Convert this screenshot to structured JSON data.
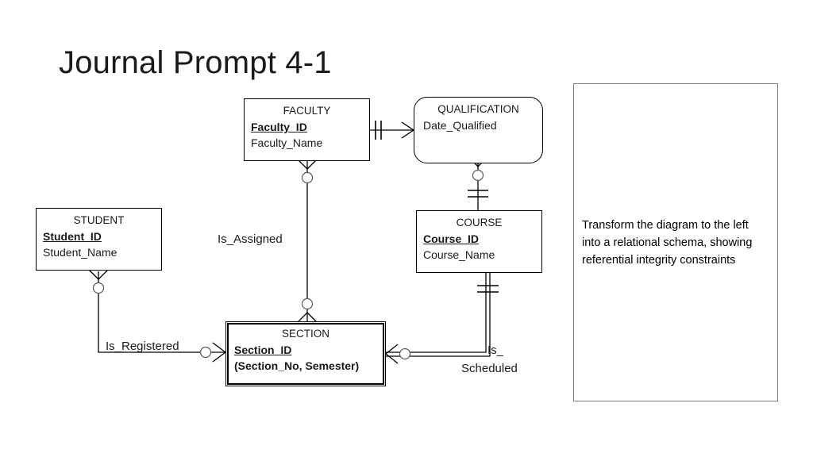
{
  "slide": {
    "title": "Journal Prompt 4-1",
    "background_color": "#ffffff",
    "line_color": "#000000",
    "text_color": "#1a1a1a",
    "panel_border_color": "#7f7f7f"
  },
  "entities": [
    {
      "id": "faculty",
      "name": "FACULTY",
      "shape": "rectangle",
      "attributes": [
        {
          "text": "Faculty_ID",
          "style": "primary-key"
        },
        {
          "text": "Faculty_Name",
          "style": "normal"
        }
      ]
    },
    {
      "id": "qualification",
      "name": "QUALIFICATION",
      "shape": "rounded-rectangle",
      "attributes": [
        {
          "text": "Date_Qualified",
          "style": "normal"
        }
      ]
    },
    {
      "id": "student",
      "name": "STUDENT",
      "shape": "rectangle",
      "attributes": [
        {
          "text": "Student_ID",
          "style": "primary-key"
        },
        {
          "text": "Student_Name",
          "style": "normal"
        }
      ]
    },
    {
      "id": "course",
      "name": "COURSE",
      "shape": "rectangle",
      "attributes": [
        {
          "text": "Course_ID",
          "style": "primary-key"
        },
        {
          "text": "Course_Name",
          "style": "normal"
        }
      ]
    },
    {
      "id": "section",
      "name": "SECTION",
      "shape": "double-rectangle",
      "attributes": [
        {
          "text": "Section_ID",
          "style": "primary-key"
        },
        {
          "text": "(Section_No, Semester)",
          "style": "bold"
        }
      ]
    }
  ],
  "relationships": [
    {
      "id": "is_assigned",
      "label": "Is_Assigned",
      "from": "faculty",
      "to": "section",
      "from_cardinality": "zero-or-many",
      "to_cardinality": "zero-or-many",
      "identifying": false
    },
    {
      "id": "is_registered",
      "label": "Is_Registered",
      "from": "student",
      "to": "section",
      "from_cardinality": "zero-or-many",
      "to_cardinality": "zero-or-many",
      "identifying": false
    },
    {
      "id": "is_scheduled_line1",
      "label": "Is_",
      "label_line2": "Scheduled",
      "from": "course",
      "to": "section",
      "from_cardinality": "one-mandatory",
      "to_cardinality": "zero-or-many",
      "identifying": true
    },
    {
      "id": "faculty_qualification",
      "label": "",
      "from": "faculty",
      "to": "qualification",
      "from_cardinality": "one-mandatory",
      "to_cardinality": "zero-or-many",
      "identifying": false
    },
    {
      "id": "qualification_course",
      "label": "",
      "from": "qualification",
      "to": "course",
      "from_cardinality": "zero-or-many",
      "to_cardinality": "one-mandatory",
      "identifying": false
    }
  ],
  "instruction": {
    "text": "Transform the diagram to the left into a relational schema, showing referential integrity constraints"
  }
}
